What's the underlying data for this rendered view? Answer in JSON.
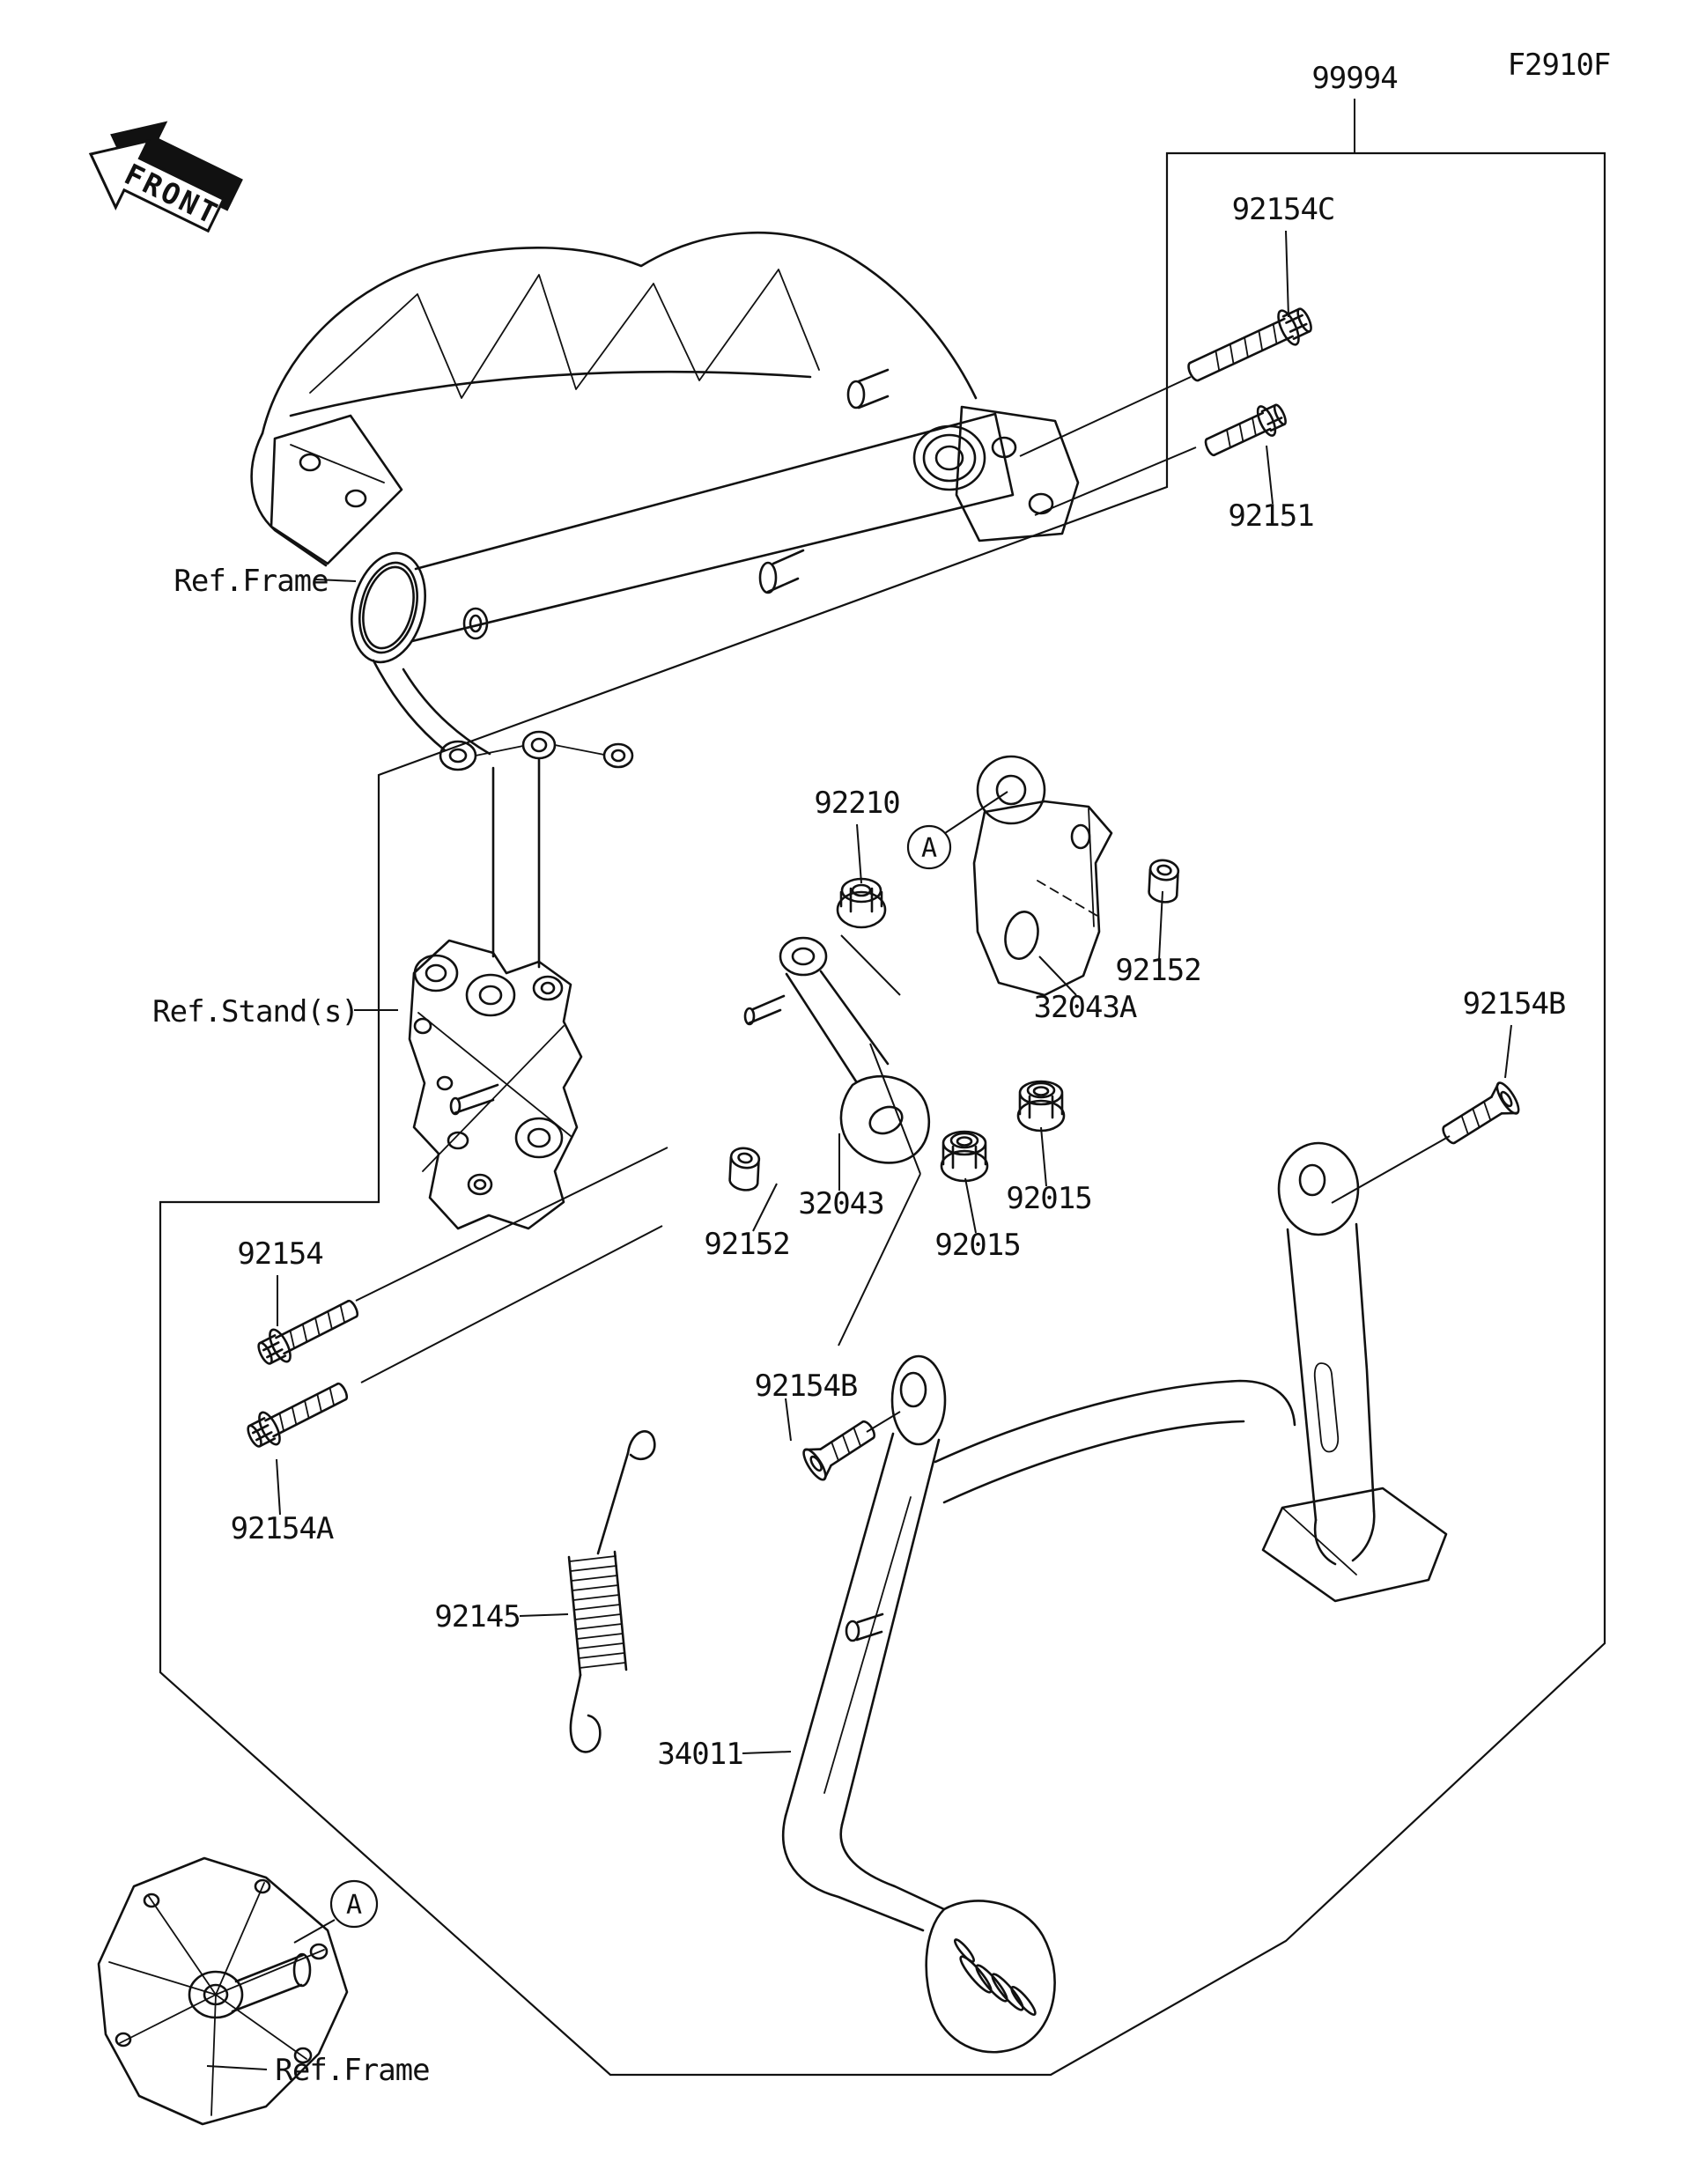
{
  "figure": {
    "code": "F2910F",
    "kit_part_no": "99994",
    "front_marker": "FRONT",
    "detail_marker": "A"
  },
  "ref_labels": {
    "frame_top": "Ref.Frame",
    "stand": "Ref.Stand(s)",
    "frame_bottom": "Ref.Frame"
  },
  "part_labels": {
    "bolt_92154c": "92154C",
    "screw_92151": "92151",
    "nut_92210": "92210",
    "bracket_32043a": "32043A",
    "collar_92152_right": "92152",
    "bolt_92154b_right": "92154B",
    "bracket_32043": "32043",
    "nut_92015_left": "92015",
    "nut_92015_right": "92015",
    "collar_92152_left": "92152",
    "bolt_92154": "92154",
    "bolt_92154a": "92154A",
    "spring_92145": "92145",
    "center_stand_34011": "34011",
    "bolt_92154b_left": "92154B"
  }
}
